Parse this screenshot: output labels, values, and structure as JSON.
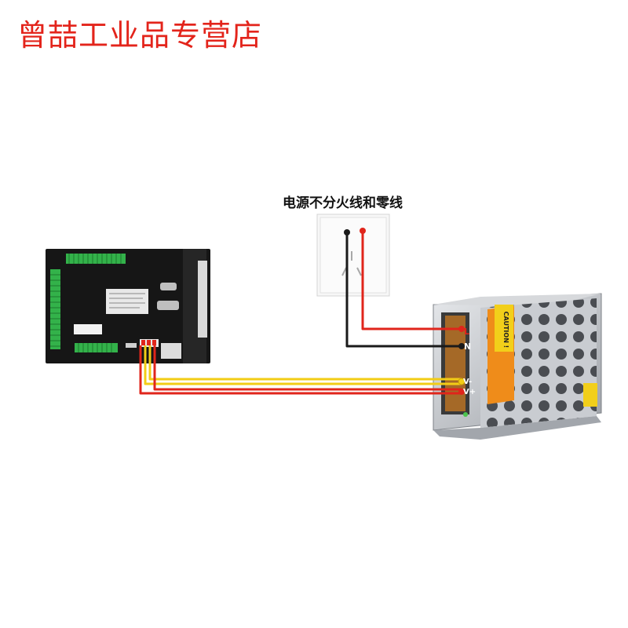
{
  "header": {
    "shop_name": "曾喆工业品专营店"
  },
  "diagram": {
    "note": "电源不分火线和零线",
    "psu_terminals": {
      "live": "L",
      "neutral": "N",
      "v_minus": "V-",
      "v_plus": "V+"
    },
    "psu_caution_label": "CAUTION !",
    "wire_colors": {
      "red": "#e0251b",
      "black": "#1a1a1a",
      "yellow": "#f2cc16",
      "terminal_green": "#33b24a"
    }
  }
}
